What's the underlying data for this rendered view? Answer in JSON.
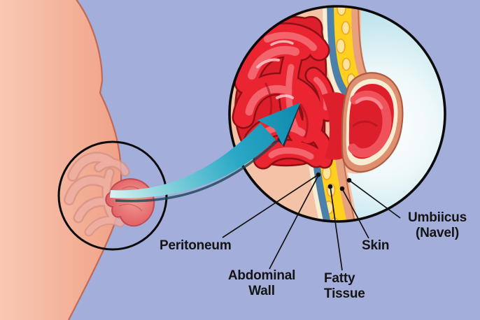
{
  "figure": {
    "labels": {
      "peritoneum": {
        "line1": "Peritoneum"
      },
      "abdominal_wall": {
        "line1": "Abdominal",
        "line2": "Wall"
      },
      "fatty_tissue": {
        "line1": "Fatty",
        "line2": "Tissue"
      },
      "skin": {
        "line1": "Skin"
      },
      "umbilicus": {
        "line1": "Umbiicus",
        "line2": "(Navel)"
      }
    }
  },
  "colors": {
    "bg": "#A3AEDA",
    "body_skin": "#F3B098",
    "body_edge": "#C2604A",
    "circle_interior": "#F3C2A7",
    "intestine_red": "#DC1F2B",
    "intestine_dark": "#8C1016",
    "fat_yellow": "#FFD11E",
    "fat_blob": "#FFE59A",
    "peritoneum_blue": "#4B80AA",
    "cream_layer": "#F6EDD2",
    "skin_layer": "#E8A07F",
    "bulge_skin": "#DE8F6E",
    "arrow_teal": "#1590B6",
    "outline_ink": "#0B0B0B",
    "label_ink": "#141414"
  }
}
